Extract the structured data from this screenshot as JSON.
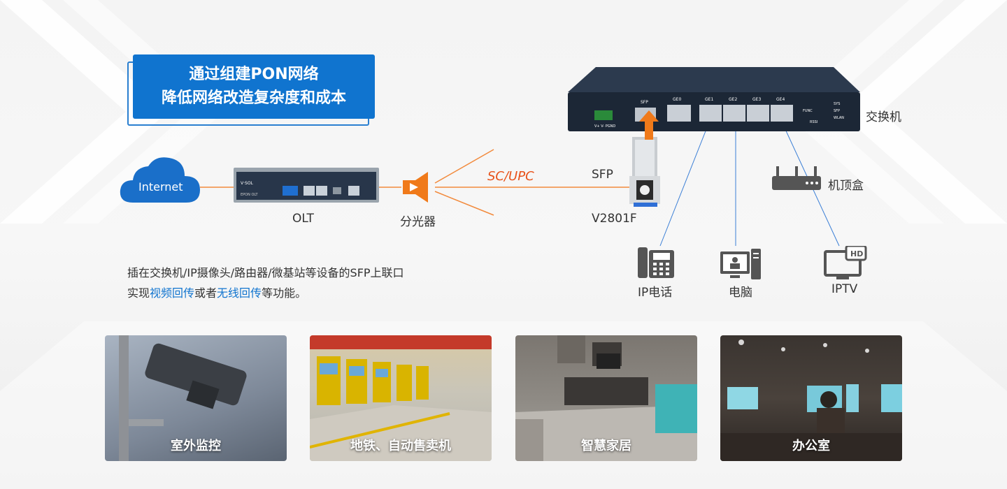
{
  "title": {
    "line1": "通过组建PON网络",
    "line2": "降低网络改造复杂度和成本"
  },
  "nodes": {
    "internet": "Internet",
    "olt": "OLT",
    "splitter": "分光器",
    "sc_upc": "SC/UPC",
    "sfp": "SFP",
    "v2801f": "V2801F",
    "switch": "交换机",
    "stb": "机顶盒",
    "ip_phone": "IP电话",
    "pc": "电脑",
    "iptv": "IPTV"
  },
  "device_text": {
    "olt_brand": "V·SOL",
    "olt_model": "EPON OLT",
    "switch_ports": [
      "SFP",
      "GE0",
      "GE1",
      "GE2",
      "GE3",
      "GE4"
    ],
    "switch_power": "V+  V-  PGND",
    "switch_leds": [
      "SYS",
      "SFP",
      "WLAN"
    ],
    "switch_func": "FUNC",
    "switch_rssi": "RSSI",
    "iptv_hd": "HD"
  },
  "description": {
    "line1": "插在交换机/IP摄像头/路由器/微基站等设备的SFP上联口",
    "line2_pre": "实现",
    "line2_hl1": "视频回传",
    "line2_mid": "或者",
    "line2_hl2": "无线回传",
    "line2_post": "等功能。"
  },
  "scenarios": [
    {
      "label": "室外监控"
    },
    {
      "label": "地铁、自动售卖机"
    },
    {
      "label": "智慧家居"
    },
    {
      "label": "办公室"
    }
  ],
  "colors": {
    "accent": "#1074cf",
    "orange": "#f07a1a",
    "line_orange": "#f28a3c",
    "device": "#1e2a3a"
  }
}
